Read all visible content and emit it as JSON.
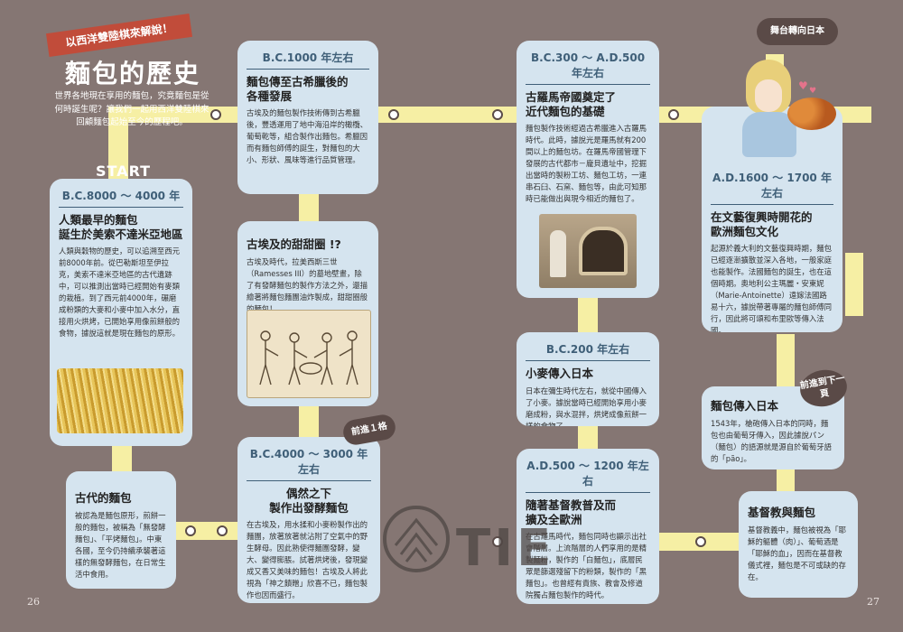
{
  "header": {
    "ribbon": "以西洋雙陸棋來解說！",
    "title": "麵包的歷史",
    "intro": "世界各地現在享用的麵包，究竟麵包是從何時誕生呢？讓我們一起用西洋雙陸棋來回顧麵包起始至今的歷程吧。",
    "start": "START"
  },
  "tags": {
    "turn_japan": "舞台轉向日本",
    "forward_one": "前進１格",
    "forward_next": "前進到下一頁"
  },
  "cards": {
    "c1": {
      "era": "B.C.8000 ～ 4000 年",
      "title": "人類最早的麵包\n誕生於美索不達米亞地區",
      "text": "人類與穀物的歷史，可以追溯至西元前8000年前。從巴勒斯坦至伊拉克，美索不達米亞地區的古代遺跡中，可以推測出當時已經開始有麥類的栽植。到了西元前4000年，碾磨成粉類的大麥和小麥中加入水分，直接用火烘烤，已開始享用像煎餅般的食物，據說這就是現在麵包的原形。"
    },
    "c2": {
      "title": "古代的麵包",
      "text": "被認為是麵包原形，煎餅一般的麵包，被稱為「無發酵麵包」、「平烤麵包」。中東各國，至今仍持續承襲著這樣的無發酵麵包，在日常生活中食用。"
    },
    "c3": {
      "era": "B.C.1000 年左右",
      "title": "麵包傳至古希臘後的\n各種發展",
      "text": "古埃及的麵包製作技術傳到古希臘後，豐透運用了地中海沿岸的橄欖、葡萄乾等，組合製作出麵包。希臘因而有麵包師傅的誕生，對麵包的大小、形狀、風味等進行品質管理。"
    },
    "c4": {
      "title": "古埃及的甜甜圈 !?",
      "text": "古埃及時代，拉美西斯三世（Ramesses III）的墓地壁畫，除了有發酵麵包的製作方法之外，還描繪著將麵包麵團油炸製成，甜甜圈般的麵包！"
    },
    "c5": {
      "era": "B.C.4000 ～ 3000 年左右",
      "title": "偶然之下\n製作出發酵麵包",
      "text": "在古埃及，用水揉和小麥粉製作出的麵團，放著放著就沾附了空氣中的野生酵母。因此熟使得麵團發酵，變大、變得膨脹。試著烘烤後，發現變成又香又美味的麵包！古埃及人將此視為「神之饋贈」欣喜不已，麵包製作也因而盛行。"
    },
    "c6": {
      "era": "B.C.300 ～ A.D.500 年左右",
      "title": "古羅馬帝國奠定了\n近代麵包的基礎",
      "text": "麵包製作技術經過古希臘進入古羅馬時代。此時，據說光是羅馬就有200間以上的麵包坊。在羅馬帝國管理下發展的古代都市－龐貝遺址中，挖掘出當時的製粉工坊、麵包工坊，一連串石臼、石窯、麵包等，由此可知那時已能做出與現今相近的麵包了。"
    },
    "c7": {
      "era": "B.C.200 年左右",
      "title": "小麥傳入日本",
      "text": "日本在彌生時代左右，就從中國傳入了小麥。據說當時已經開始享用小麥磨成粉，與水混拌，烘烤成像煎餅一樣的食物了。"
    },
    "c8": {
      "era": "A.D.500 ～ 1200 年左右",
      "title": "隨著基督教普及而\n擴及全歐洲",
      "text": "在古羅馬時代，麵包同時也顯示出社會階層。上流階層的人們享用的是精製麵粉，製作的「白麵包」，底層民眾是篩選殘留下的粉類，製作的「黑麵包」。也曾經有貴族、教會及修道院獨占麵包製作的時代。"
    },
    "c9": {
      "era": "A.D.1600 ～ 1700 年左右",
      "title": "在文藝復興時開花的\n歐洲麵包文化",
      "text": "起源於義大利的文藝復興時期，麵包已經逐漸擴散並深入各地，一般家庭也能製作。法國麵包的誕生，也在這個時期。奧地利公主瑪麗・安東妮（Marie-Antoinette）遠嫁法國路易十六，據說帶著專屬的麵包師傅同行，因此將可頌和布里歐等傳入法國。"
    },
    "c10": {
      "title": "麵包傳入日本",
      "text": "1543年，槍砲傳入日本的同時，麵包也由葡萄牙傳入，因此據說パン（麵包）的語源就是源自於葡萄牙語的「pão」。"
    },
    "c11": {
      "title": "基督教與麵包",
      "text": "基督教義中，麵包被視為「耶穌的軀體（肉）」、葡萄酒是「耶穌的血」，因而在基督教儀式裡，麵包是不可或缺的存在。"
    }
  },
  "watermark": "TIE",
  "page_numbers": {
    "left": "26",
    "right": "27"
  },
  "colors": {
    "background": "#857673",
    "card": "#d5e4ef",
    "path": "#f6efa4",
    "ribbon": "#c14c3a",
    "era_text": "#3f5f78",
    "tag": "#5a4a47"
  }
}
